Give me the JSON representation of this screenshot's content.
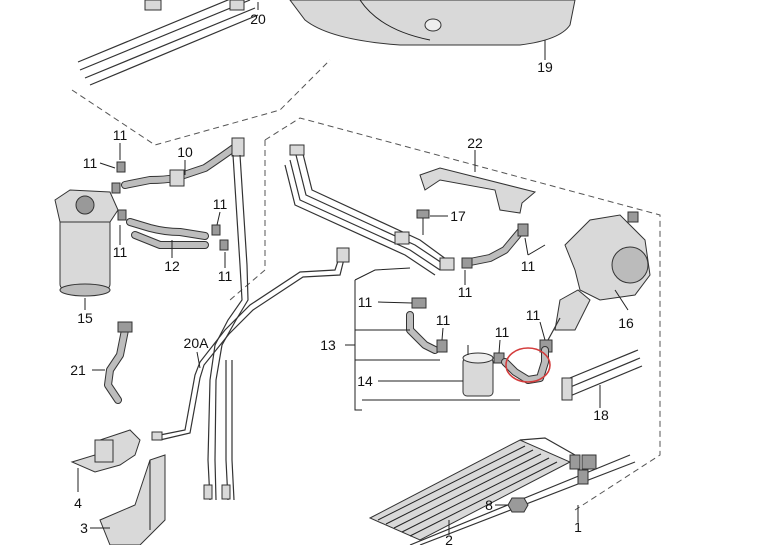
{
  "diagram": {
    "highlight_color": "#d43c3c",
    "labels": {
      "p20": "20",
      "p19": "19",
      "p11a": "11",
      "p10": "10",
      "p11b": "11",
      "p11c": "11",
      "p11d": "11",
      "p11e": "11",
      "p12": "12",
      "p15": "15",
      "p22": "22",
      "p17": "17",
      "p11f": "11",
      "p11g": "11",
      "p11h": "11",
      "p11i": "11",
      "p11j": "11",
      "p11k": "11",
      "p16": "16",
      "p13": "13",
      "p14": "14",
      "p18": "18",
      "p21": "21",
      "p20A": "20A",
      "p4": "4",
      "p3": "3",
      "p8": "8",
      "p2": "2",
      "p1": "1"
    }
  }
}
